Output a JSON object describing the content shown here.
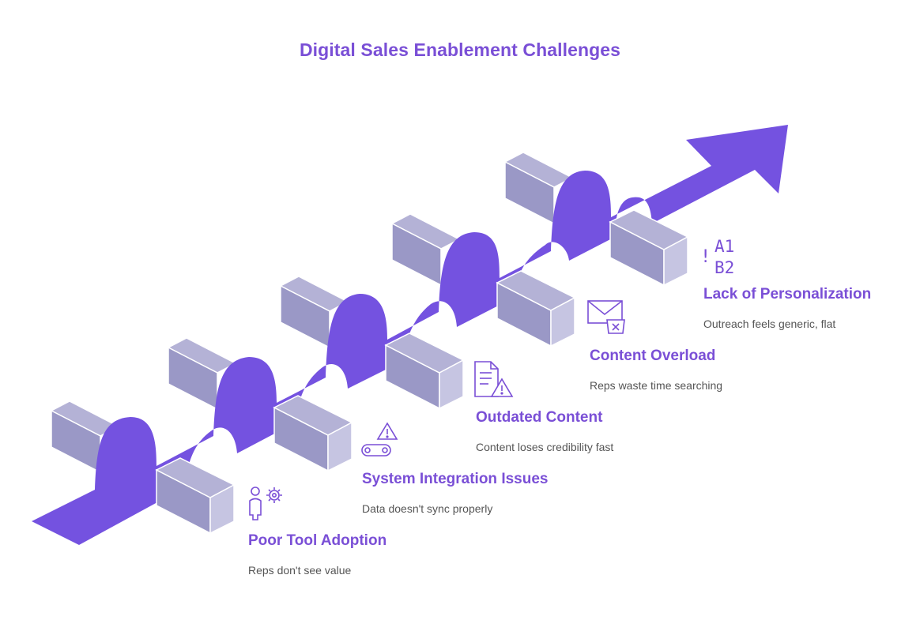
{
  "title": "Digital Sales Enablement Challenges",
  "colors": {
    "arrow": "#7452e0",
    "block_front": "#9a98c6",
    "block_side": "#b4b2d6",
    "label": "#7a4fd6",
    "description": "#555555"
  },
  "steps": [
    {
      "label": "Poor Tool Adoption",
      "description": "Reps don't see value",
      "icon": "person-gear-icon"
    },
    {
      "label": "System Integration Issues",
      "description": "Data doesn't sync properly",
      "icon": "warning-link-icon"
    },
    {
      "label": "Outdated Content",
      "description": "Content loses credibility fast",
      "icon": "document-warning-icon"
    },
    {
      "label": "Content Overload",
      "description": "Reps waste time searching",
      "icon": "mail-trash-icon"
    },
    {
      "label": "Lack of Personalization",
      "description": "Outreach feels generic, flat",
      "icon": "ab-template-icon"
    }
  ]
}
